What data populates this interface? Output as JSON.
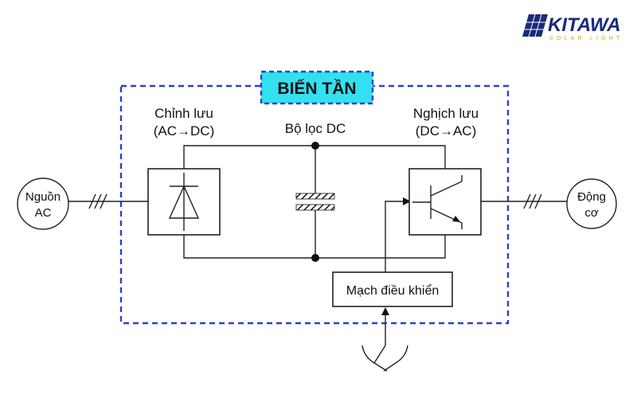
{
  "logo": {
    "name": "KITAWA",
    "tagline": "SOLAR LIGHT",
    "color": "#1a2a7a"
  },
  "diagram": {
    "title": "BIẾN TẦN",
    "title_bg": "#33e0f0",
    "frame_color": "#2b3fd6",
    "rectifier": {
      "label": "Chỉnh lưu",
      "sublabel": "(AC→DC)"
    },
    "filter": {
      "label": "Bộ lọc DC"
    },
    "inverter": {
      "label": "Nghịch lưu",
      "sublabel": "(DC→AC)"
    },
    "source": {
      "line1": "Nguồn",
      "line2": "AC"
    },
    "motor": {
      "line1": "Động",
      "line2": "cơ"
    },
    "controller": {
      "label": "Mạch điều khiển"
    }
  }
}
